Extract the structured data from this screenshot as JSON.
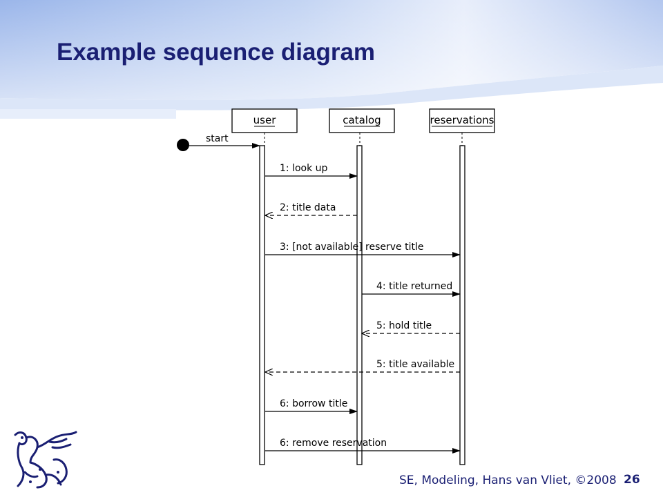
{
  "slide": {
    "title": "Example sequence diagram",
    "footer": "SE, Modeling, Hans van Vliet, ©2008",
    "page_number": "26"
  },
  "diagram": {
    "objects": [
      "user",
      "catalog",
      "reservations"
    ],
    "start_label": "start",
    "messages": [
      {
        "label": "1: look up",
        "from": "user",
        "to": "catalog",
        "style": "solid"
      },
      {
        "label": "2: title data",
        "from": "catalog",
        "to": "user",
        "style": "dashed"
      },
      {
        "label": "3: [not available] reserve title",
        "from": "user",
        "to": "reservations",
        "style": "solid"
      },
      {
        "label": "4: title returned",
        "from": "catalog",
        "to": "reservations",
        "style": "solid"
      },
      {
        "label": "5: hold title",
        "from": "reservations",
        "to": "catalog",
        "style": "dashed"
      },
      {
        "label": "5: title available",
        "from": "reservations",
        "to": "user",
        "style": "dashed"
      },
      {
        "label": "6: borrow title",
        "from": "user",
        "to": "catalog",
        "style": "solid"
      },
      {
        "label": "6: remove reservation",
        "from": "user",
        "to": "reservations",
        "style": "solid"
      }
    ]
  },
  "colors": {
    "title": "#1a1f73",
    "background_band": "#9bb6ea"
  },
  "logo": {
    "icon": "griffin-logo-icon"
  }
}
